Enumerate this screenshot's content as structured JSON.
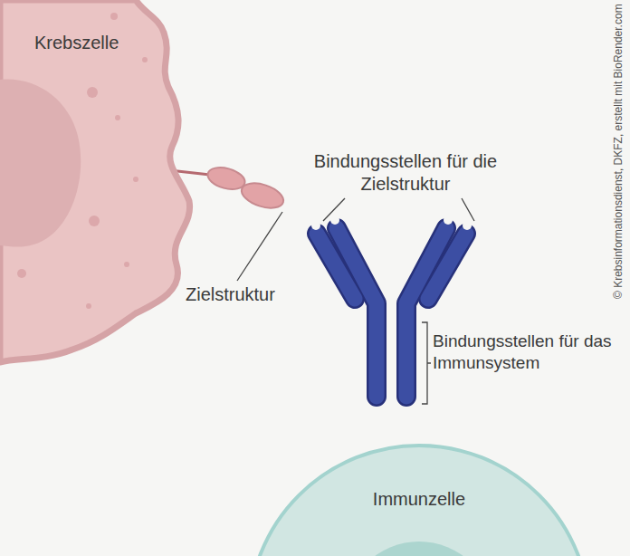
{
  "diagram": {
    "nodes": [
      {
        "text": [
          "Krebszelle"
        ]
      },
      {
        "text": [
          "Immunzelle"
        ]
      }
    ],
    "labels": [
      "Bindungsstellen für die Zielstruktur",
      "Zielstruktur",
      "Bindungsstellen für das Immunsystem",
      "© Krebsinformationsdienst, DKFZ, erstellt mit BioRender.com"
    ]
  }
}
